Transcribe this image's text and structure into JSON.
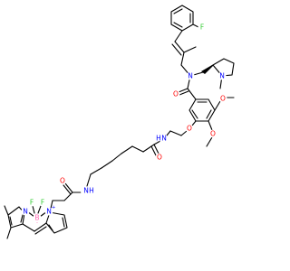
{
  "colors": {
    "bond": "#000000",
    "nitrogen": "#0000FF",
    "oxygen": "#FF0000",
    "fluorine": "#33CC33",
    "boron": "#FF69B4",
    "background": "#FFFFFF"
  },
  "labels": {
    "f_aryl": "F",
    "n_amide": "N",
    "n_pyrrolidine": "N",
    "o_carbonyl_benzamide": "O",
    "o_meo_upper": "O",
    "o_meo_lower": "O",
    "o_aryl_ether": "O",
    "n_h_upper": "N",
    "h_upper": "H",
    "o_carbonyl_linker": "O",
    "n_h_lower": "N",
    "h_lower": "H",
    "o_carbonyl_propanoyl": "O",
    "n_bodipy_left": "N",
    "n_bodipy_right": "N",
    "plus_charge": "+",
    "b_atom": "B",
    "minus_charge": "-",
    "f_bodipy_left": "F",
    "f_bodipy_right": "F"
  }
}
